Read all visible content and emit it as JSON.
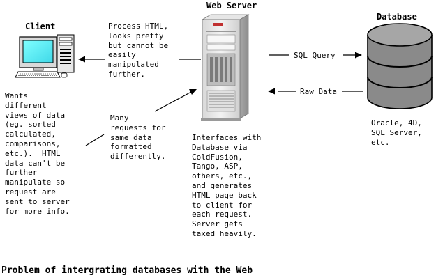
{
  "headings": {
    "client": "Client",
    "web_server": "Web Server",
    "database": "Database"
  },
  "notes": {
    "process_html": "Process HTML,\nlooks pretty\nbut cannot be\neasily\nmanipulated\nfurther.",
    "many_requests": "Many\nrequests for\nsame data\nformatted\ndifferently.",
    "client_wants": "Wants\ndifferent\nviews of data\n(eg. sorted\ncalculated,\ncomparisons,\netc.).  HTML\ndata can't be\nfurther\nmanipulate so\nrequest are\nsent to server\nfor more info.",
    "interfaces": "Interfaces with\nDatabase via\nColdFusion,\nTango, ASP,\nothers, etc.,\nand generates\nHTML page back\nto client for\neach request.\nServer gets\ntaxed heavily.",
    "db_list": "Oracle, 4D,\nSQL Server,\netc."
  },
  "arrows": {
    "sql_query": "SQL Query",
    "raw_data": "Raw Data"
  },
  "caption": "Problem of intergrating databases with the Web",
  "icons": [
    "computer-icon",
    "server-icon",
    "database-icon"
  ]
}
